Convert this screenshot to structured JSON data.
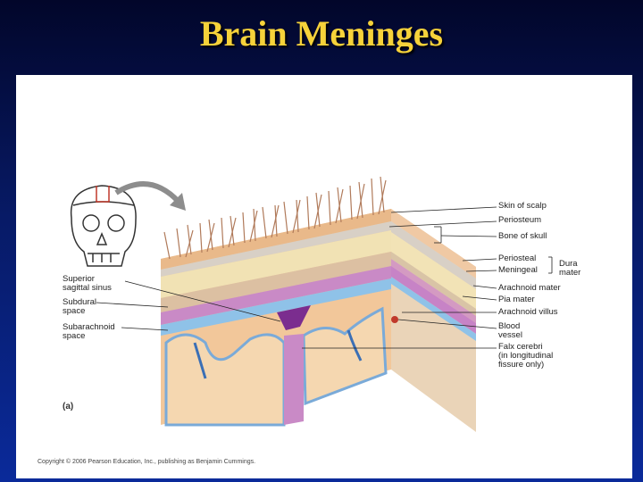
{
  "title": "Brain Meninges",
  "labels": {
    "skin": "Skin of scalp",
    "periosteum": "Periosteum",
    "bone": "Bone of skull",
    "periosteal": "Periosteal",
    "meningeal": "Meningeal",
    "dura": "Dura\nmater",
    "arachnoid": "Arachnoid mater",
    "pia": "Pia mater",
    "villus": "Arachnoid villus",
    "vessel": "Blood\nvessel",
    "falx": "Falx cerebri\n(in longitudinal\nfissure only)",
    "sinus": "Superior\nsagittal sinus",
    "subdural": "Subdural\nspace",
    "subarachnoid": "Subarachnoid\nspace"
  },
  "part_label": "(a)",
  "copyright": "Copyright © 2006 Pearson Education, Inc., publishing as Benjamin Cummings."
}
